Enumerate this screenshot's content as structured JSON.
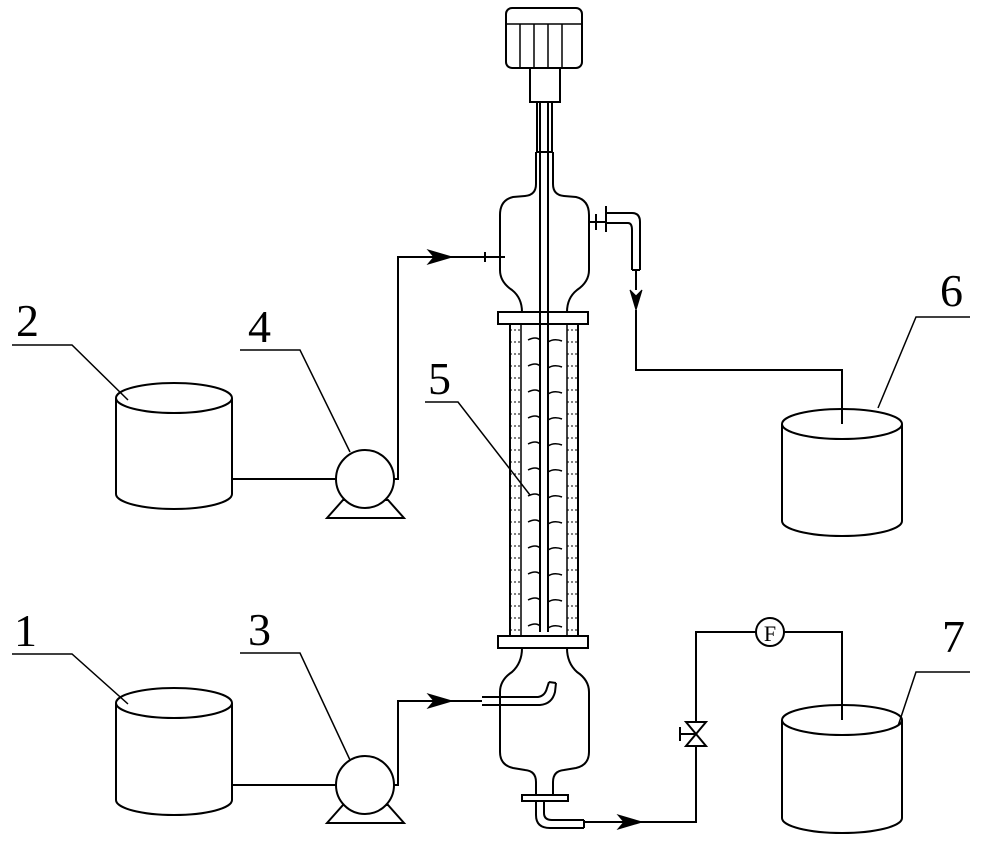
{
  "labels": {
    "tank1": "1",
    "tank2": "2",
    "pump3": "3",
    "pump4": "4",
    "column5": "5",
    "tank6": "6",
    "tank7": "7",
    "flowmeter": "F"
  }
}
